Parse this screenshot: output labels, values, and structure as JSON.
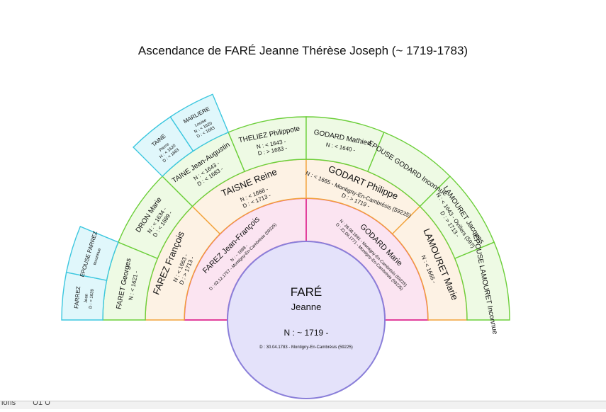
{
  "title": "Ascendance de FARÉ Jeanne Thérèse Joseph (~ 1719-1783)",
  "colors": {
    "root_fill": "#e4e2fa",
    "root_stroke": "#8a7fd9",
    "gen1_fill": "#fbe4f1",
    "gen1_stroke": "#e23f9c",
    "gen2_fill": "#fdf2e4",
    "gen2_stroke": "#f2a23a",
    "gen3_fill": "#eefae4",
    "gen3_stroke": "#6ccf3a",
    "gen4_fill": "#e0f7fb",
    "gen4_stroke": "#3cc7df"
  },
  "root": {
    "name": "FARÉ",
    "given": "Jeanne",
    "birth": "N : ~ 1719 -",
    "death": "D : 30.04.1783 - Montigny-En-Cambrésis (59225)"
  },
  "ancestors": [
    {
      "gen": 1,
      "slot": 0,
      "name": "FAREZ Jean-François",
      "birth": "N : ~ 1688 -",
      "death": "D : 03.12.1757 - Montigny-En-Cambrésis (59225)"
    },
    {
      "gen": 1,
      "slot": 1,
      "name": "GODARD Marie",
      "birth": "N : 28.08.1691 - Montigny-En-Cambrésis (59225)",
      "death": "D : 22.09.1771 - Montigny-En-Cambrésis (59225)"
    },
    {
      "gen": 2,
      "slot": 0,
      "name": "FAREZ François",
      "birth": "N : < 1663 -",
      "death": "D : > 1713 -"
    },
    {
      "gen": 2,
      "slot": 1,
      "name": "TAISNE Reine",
      "birth": "N : < 1668 -",
      "death": "D : < 1713 -"
    },
    {
      "gen": 2,
      "slot": 2,
      "name": "GODART Philippe",
      "birth": "N : < 1665 - Montigny-En-Cambrésis (59225)",
      "death": "D : > 1719 -"
    },
    {
      "gen": 2,
      "slot": 3,
      "name": "LAMOURET Marie",
      "birth": "N : < 1665 -",
      "death": ""
    },
    {
      "gen": 3,
      "slot": 0,
      "name": "FARET Georges",
      "birth": "N : < 1621 -",
      "death": ""
    },
    {
      "gen": 3,
      "slot": 1,
      "name": "DRON Marie",
      "birth": "N : < 1634 -",
      "death": "D : < 1689 -"
    },
    {
      "gen": 3,
      "slot": 2,
      "name": "TAINE Jean-Augustin",
      "birth": "N : < 1643 -",
      "death": "D : < 1683 -"
    },
    {
      "gen": 3,
      "slot": 3,
      "name": "THELIEZ Philippote",
      "birth": "N : < 1643 -",
      "death": "D : > 1683 -"
    },
    {
      "gen": 3,
      "slot": 4,
      "name": "GODARD Mathieu",
      "birth": "N : < 1640 -",
      "death": ""
    },
    {
      "gen": 3,
      "slot": 5,
      "name": "EPOUSE GODARD Inconnue",
      "birth": "",
      "death": ""
    },
    {
      "gen": 3,
      "slot": 6,
      "name": "LAMOURET Jacques",
      "birth": "N : < 1643 - Ovillers (59?)",
      "death": "D : > 1713 -"
    },
    {
      "gen": 3,
      "slot": 7,
      "name": "EPOUSE LAMOURET Inconnue",
      "birth": "",
      "death": ""
    },
    {
      "gen": 4,
      "slot": 0,
      "name": "FARREZ",
      "given": "Jean",
      "birth": "D : < 1639",
      "death": ""
    },
    {
      "gen": 4,
      "slot": 1,
      "name": "EPOUSE FARREZ",
      "given": "Inconnue",
      "birth": "",
      "death": ""
    },
    {
      "gen": 4,
      "slot": 4,
      "name": "TAINE",
      "given": "Pierre",
      "birth": "N : < 1620",
      "death": "D : < 1683"
    },
    {
      "gen": 4,
      "slot": 5,
      "name": "MARLIERE",
      "given": "Louise",
      "birth": "N : < 1620",
      "death": "D : < 1683"
    }
  ],
  "bottom_strip": {
    "left_text": "ions",
    "right_text": "U1 U"
  }
}
